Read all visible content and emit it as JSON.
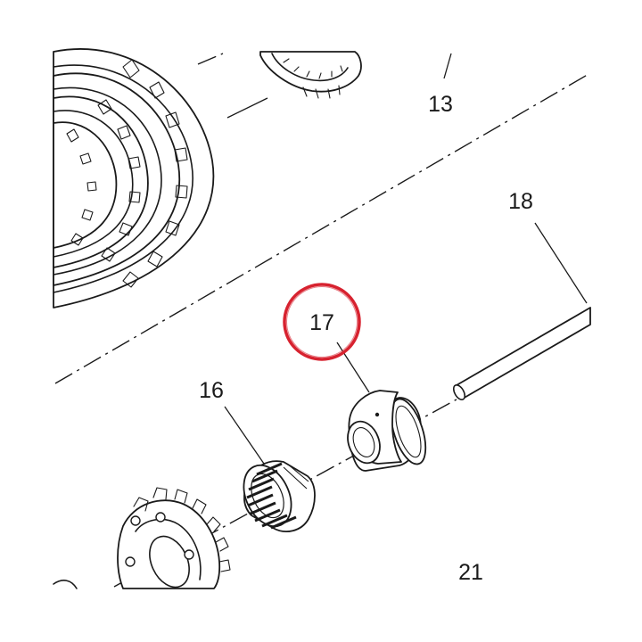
{
  "diagram": {
    "callouts": [
      {
        "id": "13",
        "label": "13"
      },
      {
        "id": "16",
        "label": "16"
      },
      {
        "id": "17",
        "label": "17"
      },
      {
        "id": "18",
        "label": "18"
      },
      {
        "id": "21",
        "label": "21"
      }
    ],
    "highlighted_callout": "17",
    "colors": {
      "line": "#1a1a1a",
      "highlight": "#d7222f",
      "background": "#ffffff"
    }
  }
}
